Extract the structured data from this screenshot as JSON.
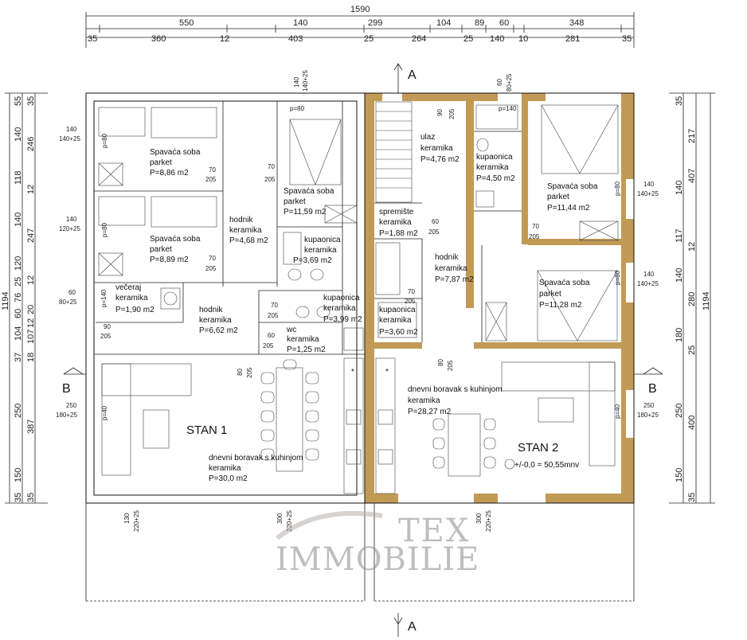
{
  "top_dims": {
    "total": "1590",
    "row1": [
      "550",
      "140",
      "299",
      "104",
      "89",
      "60",
      "348"
    ],
    "row2": [
      "35",
      "360",
      "12",
      "403",
      "25",
      "264",
      "25",
      "140",
      "10",
      "281",
      "35"
    ]
  },
  "left_dims": {
    "total": "1194",
    "row1": [
      "55",
      "140",
      "118",
      "140",
      "120",
      "25",
      "76",
      "60",
      "104",
      "37",
      "250",
      "150",
      "35"
    ],
    "row2": [
      "35",
      "246",
      "12",
      "247",
      "12",
      "20",
      "12",
      "107",
      "18",
      "387",
      "35"
    ]
  },
  "right_dims": {
    "total": "1194",
    "row1": [
      "217",
      "407",
      "12",
      "280",
      "25",
      "400",
      "35"
    ],
    "row2": [
      "35",
      "140",
      "117",
      "140",
      "180",
      "250",
      "150"
    ]
  },
  "sections": {
    "a_top": "A",
    "a_bottom": "A",
    "b_left": "B",
    "b_right": "B"
  },
  "apartments": {
    "stan1": "STAN 1",
    "stan2": "STAN 2",
    "level": "+/-0,0 = 50,55mnv"
  },
  "rooms": [
    {
      "l1": "Spavaća soba",
      "l2": "parket",
      "l3": "P=8,86 m2"
    },
    {
      "l1": "Spavaća soba",
      "l2": "parket",
      "l3": "P=8,89 m2"
    },
    {
      "l1": "Spavaća soba",
      "l2": "parket",
      "l3": "P=11,59 m2"
    },
    {
      "l1": "hodnik",
      "l2": "keramika",
      "l3": "P=4,68 m2"
    },
    {
      "l1": "kupaonica",
      "l2": "keramika",
      "l3": "P=3,69 m2"
    },
    {
      "l1": "večeraj",
      "l2": "keramika",
      "l3": "P=1,90 m2"
    },
    {
      "l1": "hodnik",
      "l2": "keramika",
      "l3": "P=6,62 m2"
    },
    {
      "l1": "kupaonica",
      "l2": "keramika",
      "l3": "P=3,99 m2"
    },
    {
      "l1": "wc",
      "l2": "keramika",
      "l3": "P=1,25 m2"
    },
    {
      "l1": "dnevni boravak s kuhinjom",
      "l2": "keramika",
      "l3": "P=30,0 m2"
    },
    {
      "l1": "ulaz",
      "l2": "keramika",
      "l3": "P=4,76 m2"
    },
    {
      "l1": "spremište",
      "l2": "keramika",
      "l3": "P=1,88 m2"
    },
    {
      "l1": "hodnik",
      "l2": "keramika",
      "l3": "P=7,87 m2"
    },
    {
      "l1": "kupaonica",
      "l2": "keramika",
      "l3": "P=3,60 m2"
    },
    {
      "l1": "kupaonica",
      "l2": "keramika",
      "l3": "P=4,50 m2"
    },
    {
      "l1": "Spavaća soba",
      "l2": "parket",
      "l3": "P=11,44 m2"
    },
    {
      "l1": "Spavaća soba",
      "l2": "parket",
      "l3": "P=11,28 m2"
    },
    {
      "l1": "dnevni boravak s kuhinjom",
      "l2": "keramika",
      "l3": "P=28,27 m2"
    }
  ],
  "windows": {
    "w1": {
      "a": "140",
      "b": "140+25"
    },
    "w2": {
      "a": "140",
      "b": "120+25"
    },
    "w3": {
      "a": "60",
      "b": "80+25"
    },
    "w4": {
      "a": "250",
      "b": "180+25"
    },
    "w5": {
      "a": "140",
      "b": "140+25"
    },
    "w6": {
      "a": "140",
      "b": "140+25"
    },
    "w7": {
      "a": "250",
      "b": "180+25"
    },
    "w8": {
      "a": "140",
      "b": "140+25"
    },
    "w9": {
      "a": "60",
      "b": "80+25"
    },
    "w10": {
      "a": "130",
      "b": "220+25"
    },
    "w11": {
      "a": "300",
      "b": "220+25"
    },
    "w12": {
      "a": "300",
      "b": "220+25"
    }
  },
  "doors": {
    "d70": "70",
    "d205": "205",
    "d60": "60",
    "d80": "80",
    "d90": "90",
    "p80": "p=80",
    "p140": "p=140",
    "p40": "p=40",
    "star": "*"
  },
  "watermark": {
    "line1": "TEX",
    "line2": "IMMOBILIE"
  }
}
